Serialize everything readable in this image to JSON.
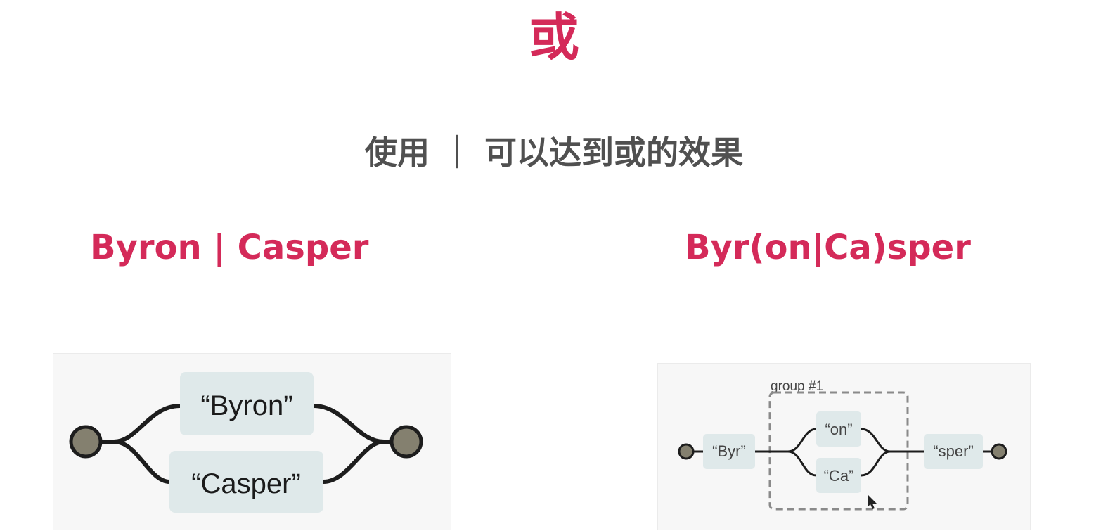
{
  "slide": {
    "title": "或",
    "subtitle": "使用 ｜ 可以达到或的效果",
    "accent_color": "#d42a59",
    "text_color": "#505050"
  },
  "left": {
    "pattern": "Byron | Casper",
    "diagram": {
      "branch_top": "“Byron”",
      "branch_bottom": "“Casper”"
    }
  },
  "right": {
    "pattern": "Byr(on|Ca)sper",
    "diagram": {
      "prefix": "“Byr”",
      "group_label": "group #1",
      "branch_top": "“on”",
      "branch_bottom": "“Ca”",
      "suffix": "“sper”"
    }
  }
}
